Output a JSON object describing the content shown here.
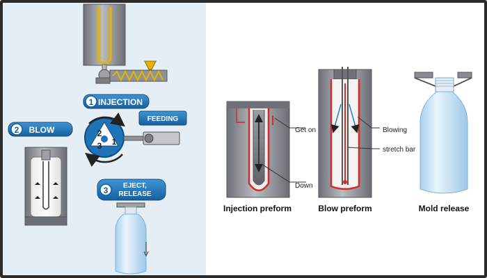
{
  "left_panel": {
    "steps": [
      {
        "number": "1",
        "label": "INJECTION"
      },
      {
        "number": "2",
        "label": "BLOW"
      },
      {
        "number": "3",
        "label_line1": "EJECT,",
        "label_line2": "RELEASE"
      }
    ],
    "feeding_label": "FEEDING",
    "rotor_numbers": [
      "1",
      "2",
      "3"
    ]
  },
  "right_panel": {
    "injection": {
      "caption": "Injection preform",
      "get_on_label": "Get on",
      "down_label": "Down"
    },
    "blow": {
      "caption": "Blow preform",
      "blowing_label": "Blowing",
      "stretch_bar_label": "stretch bar"
    },
    "release": {
      "caption": "Mold release"
    }
  },
  "colors": {
    "accent_blue": "#1f73b7",
    "preform_red": "#d42a2a",
    "mold_gray": "#8a8d92",
    "bottle_blue": "#cfe6f6",
    "panel_background": "#e6eef5",
    "material_yellow": "#e8b400"
  }
}
